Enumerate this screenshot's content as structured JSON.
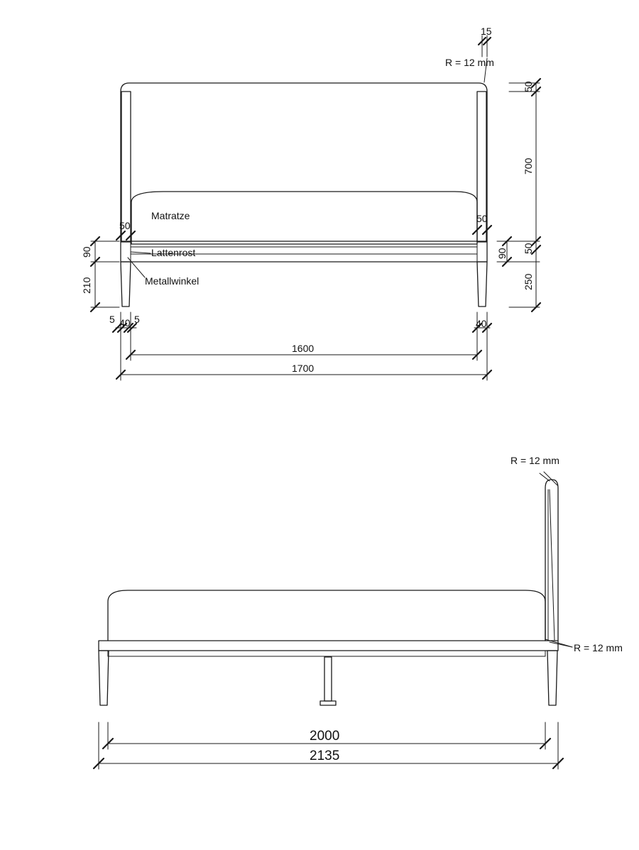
{
  "front_view": {
    "labels": {
      "mattress": "Matratze",
      "slatted_frame": "Lattenrost",
      "metal_bracket": "Metallwinkel"
    },
    "radius_note": "R = 12 mm",
    "dims": {
      "post_thickness_top": "15",
      "right_headboard_top": "50",
      "right_headboard_height": "700",
      "right_rail": "50",
      "right_leg": "250",
      "left_rail_top": "50",
      "right_rail_top": "50",
      "left_rail_height": "90",
      "right_rail_height": "90",
      "left_leg": "210",
      "gap_left": "5",
      "leg_width_left": "40",
      "gap_right": "5",
      "leg_width_right": "40",
      "inner_width": "1600",
      "outer_width": "1700"
    }
  },
  "side_view": {
    "radius_top": "R = 12 mm",
    "radius_side": "R = 12 mm",
    "dims": {
      "inner_length": "2000",
      "outer_length": "2135"
    }
  }
}
